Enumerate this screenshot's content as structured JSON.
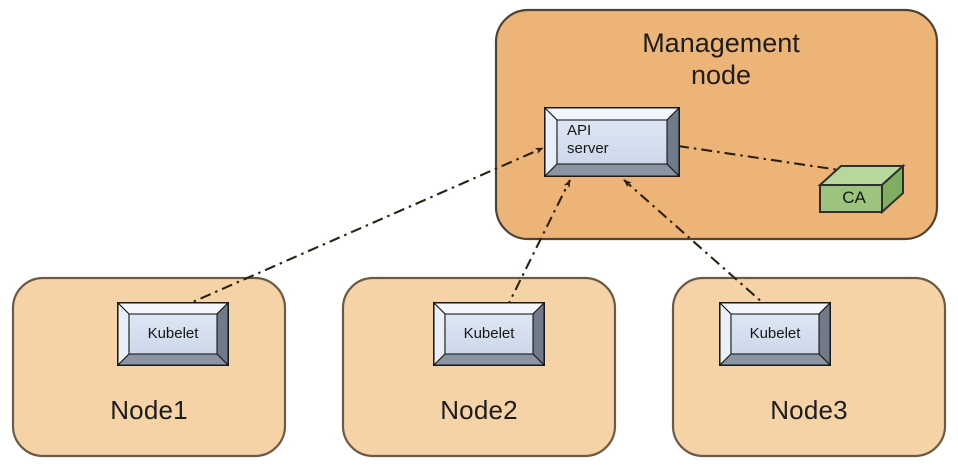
{
  "diagram": {
    "title_hidden": "",
    "colors": {
      "management_fill": "#edb477",
      "management_stroke": "#4d4438",
      "node_fill": "#f5d3a6",
      "node_stroke": "#6b5a46",
      "component_fill": "#d9e3f2",
      "component_bevel_light": "#eef3fb",
      "component_bevel_dark": "#8e97a6",
      "component_stroke": "#1a1a1a",
      "ca_fill": "#9cc47e",
      "ca_top": "#b7d89a",
      "ca_side": "#7fae63",
      "ca_stroke": "#2f2f2f",
      "connector": "#2a2114",
      "text": "#1d1d1d"
    },
    "management_node": {
      "label": "Management\nnode",
      "components": [
        {
          "id": "api-server",
          "label": "API\nserver",
          "type": "beveled-box"
        },
        {
          "id": "ca",
          "label": "CA",
          "type": "isometric-cube"
        }
      ]
    },
    "worker_nodes": [
      {
        "id": "node1",
        "label": "Node1",
        "component_label": "Kubelet"
      },
      {
        "id": "node2",
        "label": "Node2",
        "component_label": "Kubelet"
      },
      {
        "id": "node3",
        "label": "Node3",
        "component_label": "Kubelet"
      }
    ],
    "connectors": [
      {
        "id": "api-to-kubelet1",
        "from": "api-server",
        "to": "node1-kubelet",
        "style": "dash-dot",
        "arrows": "both"
      },
      {
        "id": "api-to-kubelet2",
        "from": "api-server",
        "to": "node2-kubelet",
        "style": "dash-dot",
        "arrows": "both"
      },
      {
        "id": "api-to-kubelet3",
        "from": "api-server",
        "to": "node3-kubelet",
        "style": "dash-dot",
        "arrows": "both"
      },
      {
        "id": "api-to-ca",
        "from": "api-server",
        "to": "ca",
        "style": "dash-dot",
        "arrows": "both"
      }
    ]
  }
}
